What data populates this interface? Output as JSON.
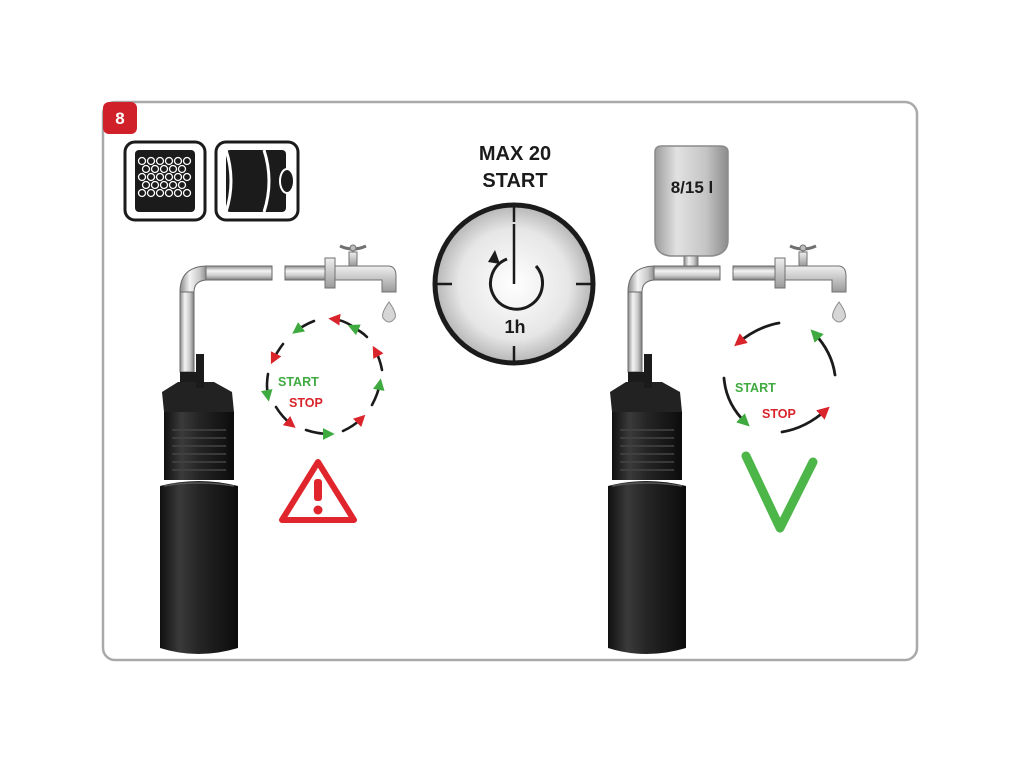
{
  "step": {
    "number": "8"
  },
  "timer": {
    "line1": "MAX 20",
    "line2": "START",
    "duration": "1h"
  },
  "left_panel": {
    "start_label": "START",
    "stop_label": "STOP",
    "status": "warning"
  },
  "right_panel": {
    "tank_label": "8/15 l",
    "start_label": "START",
    "stop_label": "STOP",
    "status": "ok"
  },
  "colors": {
    "frame": "#a9a9a9",
    "badge": "#d0212b",
    "start_green": "#3faa3f",
    "stop_red": "#d9242b",
    "warning_red": "#e0262c",
    "check_green": "#4cb748",
    "dark": "#1b1b1b"
  },
  "icons": [
    "step-badge",
    "filter-mesh-icon",
    "filter-cylinder-icon",
    "tap-icon",
    "water-drop-icon",
    "timer-dial-icon",
    "power-icon",
    "warning-triangle-icon",
    "checkmark-icon",
    "pressure-tank-icon",
    "submersible-pump"
  ]
}
